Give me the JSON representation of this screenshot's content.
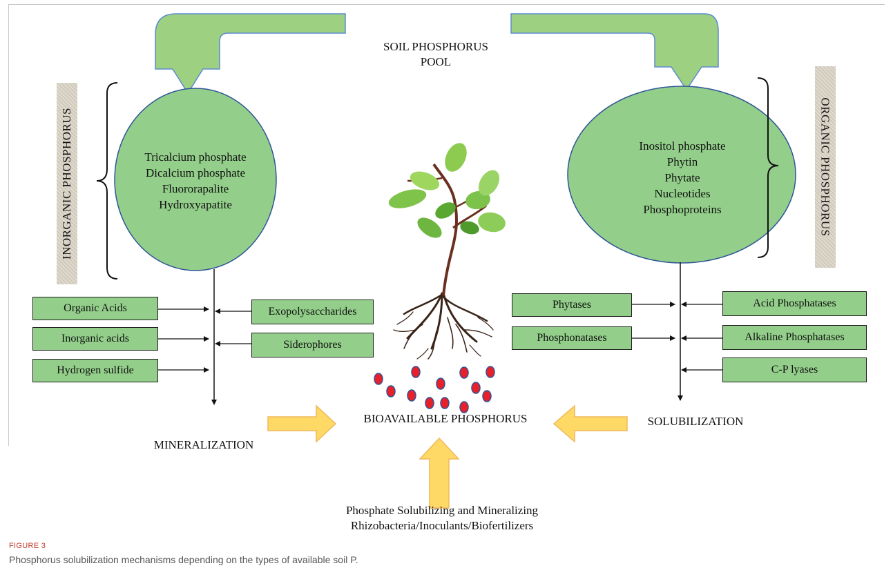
{
  "pool": {
    "line1": "SOIL PHOSPHORUS",
    "line2": "POOL"
  },
  "inorganic": {
    "side_label": "INORGANIC PHOSPHORUS",
    "items": [
      "Tricalcium phosphate",
      "Dicalcium phosphate",
      "Fluororapalite",
      "Hydroxyapatite"
    ],
    "left_boxes": [
      "Organic Acids",
      "Inorganic acids",
      "Hydrogen sulfide"
    ],
    "right_boxes": [
      "Exopolysaccharides",
      "Siderophores"
    ],
    "process": "MINERALIZATION"
  },
  "organic": {
    "side_label": "ORGANIC PHOSPHORUS",
    "items": [
      "Inositol phosphate",
      "Phytin",
      "Phytate",
      "Nucleotides",
      "Phosphoproteins"
    ],
    "left_boxes": [
      "Phytases",
      "Phosphonatases"
    ],
    "right_boxes": [
      "Acid Phosphatases",
      "Alkaline Phosphatases",
      "C-P lyases"
    ],
    "process": "SOLUBILIZATION"
  },
  "center": "BIOAVAILABLE PHOSPHORUS",
  "bottom": {
    "line1": "Phosphate Solubilizing and Mineralizing",
    "line2": "Rhizobacteria/Inoculants/Biofertilizers"
  },
  "caption": {
    "label": "FIGURE 3",
    "text": "Phosphorus solubilization mechanisms depending on the types of available soil P."
  },
  "colors": {
    "circle_fill": "#93cf8a",
    "circle_stroke": "#2f5597",
    "green_arrow": "#9ed082",
    "yellow_arrow": "#ffd966",
    "dot_fill": "#e8202a",
    "dot_stroke": "#2f5597"
  }
}
